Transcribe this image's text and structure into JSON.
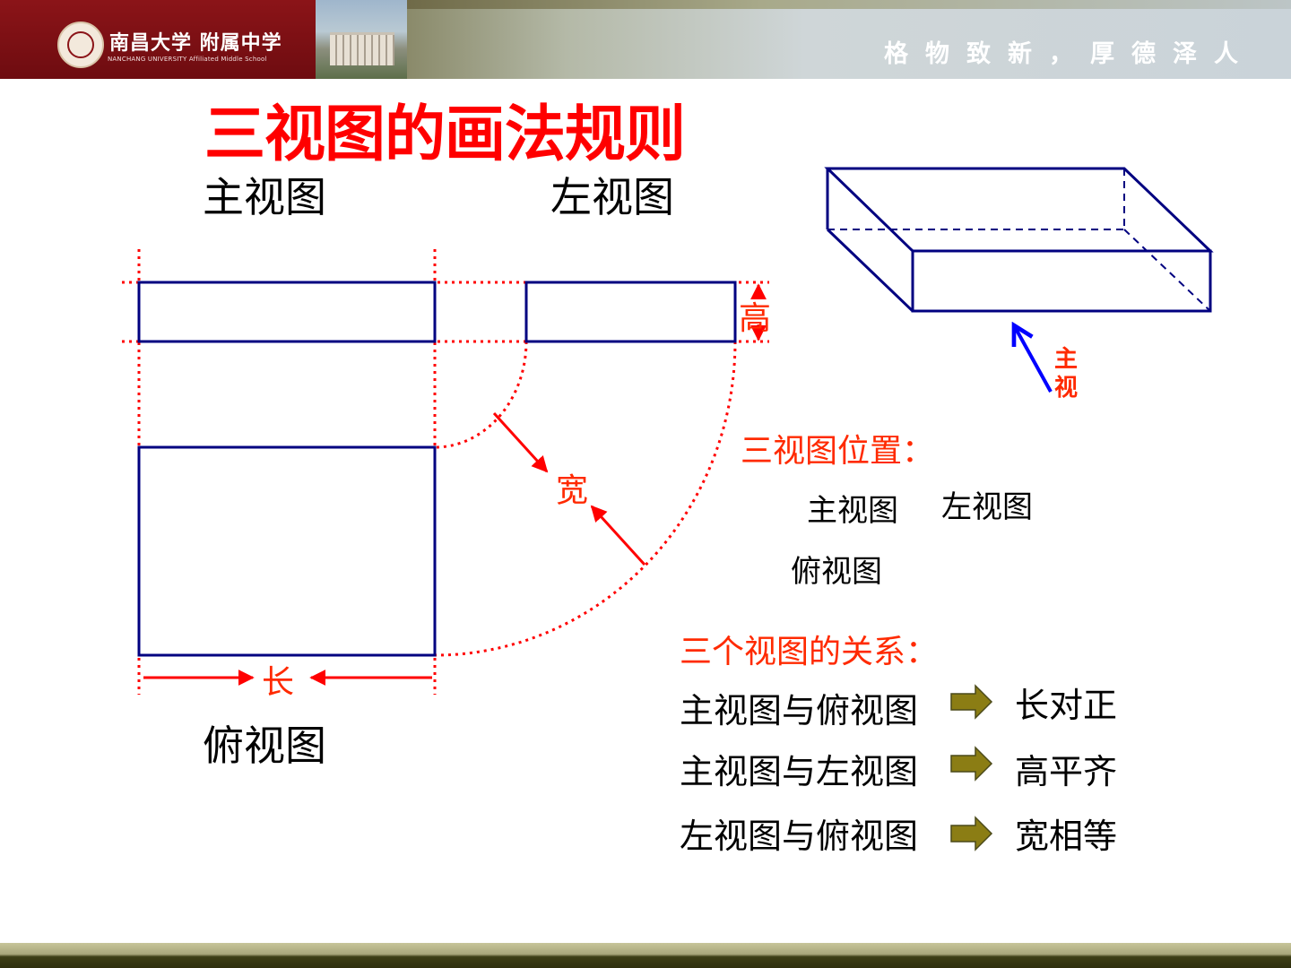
{
  "header": {
    "school_name_cn": "南昌大学 附属中学",
    "school_name_en": "NANCHANG UNIVERSITY Affiliated Middle School",
    "motto": "格物致新，厚德泽人"
  },
  "title": "三视图的画法规则",
  "views": {
    "front": "主视图",
    "left": "左视图",
    "top": "俯视图"
  },
  "dimensions": {
    "height": "高",
    "width": "宽",
    "length": "长"
  },
  "box_arrow_label": {
    "line1": "主",
    "line2": "视"
  },
  "positions": {
    "heading": "三视图位置：",
    "front": "主视图",
    "left": "左视图",
    "top": "俯视图"
  },
  "relations": {
    "heading": "三个视图的关系：",
    "rows": [
      {
        "pair": "主视图与俯视图",
        "rule": "长对正"
      },
      {
        "pair": "主视图与左视图",
        "rule": "高平齐"
      },
      {
        "pair": "左视图与俯视图",
        "rule": "宽相等"
      }
    ]
  },
  "colors": {
    "title": "#ff0000",
    "outline": "#000080",
    "guide": "#ff0000",
    "arrow_fill": "#8b7d14"
  }
}
